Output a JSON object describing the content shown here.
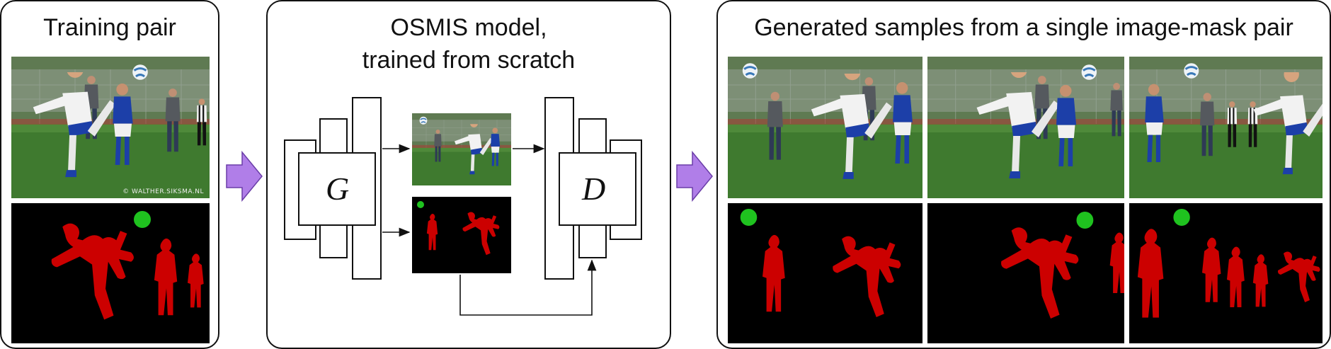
{
  "panels": {
    "training": {
      "title": "Training pair"
    },
    "model": {
      "title_line1": "OSMIS model,",
      "title_line2": "trained from scratch"
    },
    "generated": {
      "title": "Generated samples from a single image-mask pair"
    }
  },
  "labels": {
    "generator": "G",
    "discriminator": "D"
  },
  "watermark": "© WALTHER.SIKSMA.NL",
  "colors": {
    "mask_bg": "#000000",
    "person": "#cc0000",
    "ball": "#1fc21f",
    "arrow": "#b07ee8",
    "grass": "#3f7a2f"
  }
}
